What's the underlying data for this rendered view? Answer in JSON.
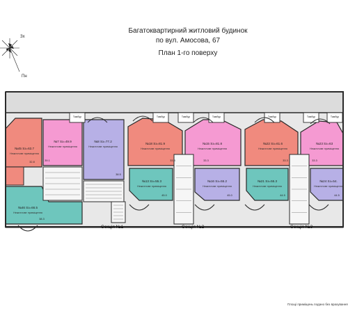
{
  "title": {
    "line1": "Багатоквартирний житловий будинок",
    "line2": "по вул. Амосова, 67",
    "line3": "План 1-го поверху"
  },
  "compass": {
    "east": "Зх",
    "south": "Пн"
  },
  "sections": [
    "Секція №1",
    "Секція №2",
    "Секція №3"
  ],
  "footnote": "Площі приміщень подано без врахування",
  "legend_usage": "Нежитлове приміщення",
  "colors": {
    "pink": "#f59ad2",
    "lavender": "#b7b0e6",
    "salmon": "#f08a7e",
    "teal": "#6ec6bd",
    "corridor": "#e8e8e8",
    "wall": "#2a2a2a",
    "outline": "#000000"
  },
  "units": [
    {
      "id": "u45",
      "label": "№45 Sз=63.7",
      "usage": "Нежитлове приміщення",
      "area": "32.8",
      "color": "salmon"
    },
    {
      "id": "u7",
      "label": "№7 Sз=49.9",
      "usage": "Нежитлове приміщення",
      "area": "39.1",
      "color": "pink"
    },
    {
      "id": "u8",
      "label": "№8 Sз=77.2",
      "usage": "Нежитлове приміщення",
      "area": "38.5",
      "color": "lavender"
    },
    {
      "id": "u46",
      "label": "№46 Sз=66.5",
      "usage": "Нежитлове приміщення",
      "area": "38.3",
      "color": "teal"
    },
    {
      "id": "u18",
      "label": "№18 Sз=81.9",
      "usage": "Нежитлове приміщення",
      "area": "33.3",
      "color": "salmon"
    },
    {
      "id": "u15",
      "label": "№15 Sз=81.8",
      "usage": "Нежитлове приміщення",
      "area": "33.3",
      "color": "pink"
    },
    {
      "id": "u13",
      "label": "№13 Sз=55.3",
      "usage": "Нежитлове приміщення",
      "area": "45.0",
      "color": "teal"
    },
    {
      "id": "u16",
      "label": "№16 Sз=55.2",
      "usage": "Нежитлове приміщення",
      "area": "45.0",
      "color": "lavender"
    },
    {
      "id": "u22",
      "label": "№22 Sз=61.6",
      "usage": "Нежитлове приміщення",
      "area": "33.3",
      "color": "salmon"
    },
    {
      "id": "u23",
      "label": "№23 Sз=63",
      "usage": "Нежитлове приміщення",
      "area": "33.3",
      "color": "pink"
    },
    {
      "id": "u21",
      "label": "№21 Sз=55.3",
      "usage": "Нежитлове приміщення",
      "area": "44.5",
      "color": "teal"
    },
    {
      "id": "u24",
      "label": "№24 Sз=54.",
      "usage": "Нежитлове приміщення",
      "area": "44.5",
      "color": "lavender"
    }
  ],
  "balconies": [
    "Тамбур",
    "Тамбур",
    "Тамбур",
    "Тамбур",
    "Тамбур",
    "Тамбур",
    "Тамбур"
  ]
}
